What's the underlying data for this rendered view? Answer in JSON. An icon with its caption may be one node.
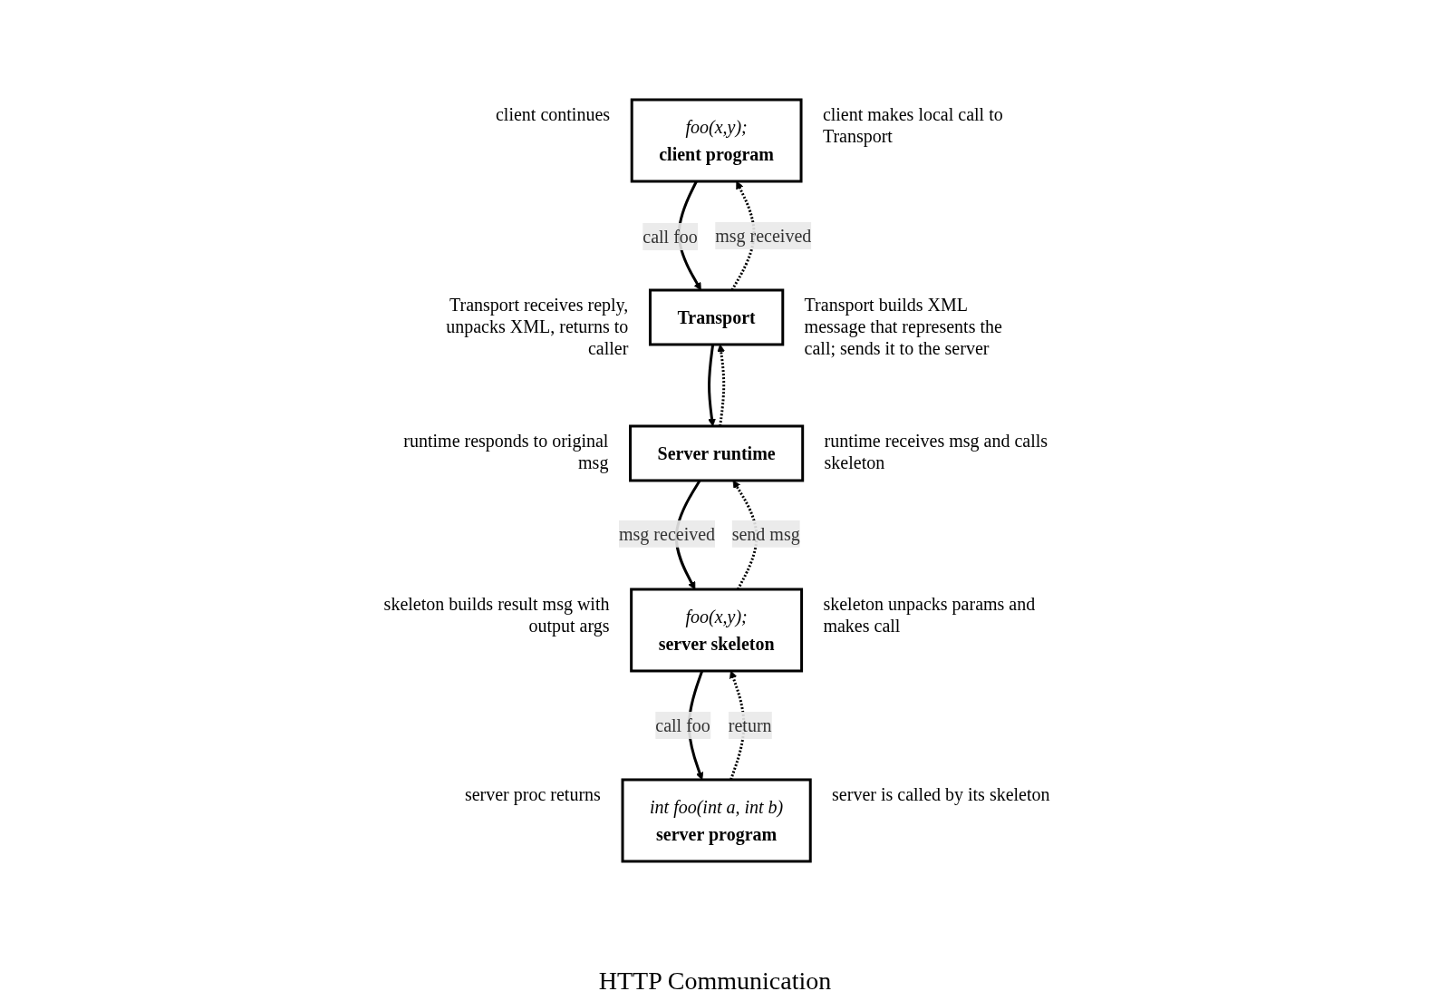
{
  "diagram": {
    "nodes": [
      {
        "text": [
          "foo(x,y);",
          "client program"
        ],
        "beside": [
          "client continues",
          "client makes local call to Transport"
        ]
      },
      {
        "text": [
          "int foo(int a, int b)",
          "server program"
        ],
        "beside": [
          "server proc returns",
          "server is called by its skeleton"
        ]
      },
      {
        "text": [
          "foo(x,y);",
          "server skeleton"
        ],
        "beside": [
          "skeleton builds result msg with output args",
          "skeleton unpacks params and makes call"
        ]
      },
      {
        "text": [
          "Transport"
        ],
        "beside": [
          "Transport receives reply, unpacks XML, returns to caller",
          "Transport builds XML message that represents the call; sends it to the server"
        ]
      },
      {
        "text": [
          "Server runtime"
        ],
        "beside": [
          "runtime responds to original msg",
          "runtime receives msg and calls skeleton"
        ]
      }
    ],
    "edges": [
      {
        "from": 0,
        "to": 3,
        "label": "call foo",
        "arrow": "to"
      },
      {
        "from": 3,
        "to": 0,
        "label": "msg received",
        "arrow": "to",
        "style": "dashed"
      },
      {
        "from": 3,
        "to": 4,
        "arrow": "to"
      },
      {
        "from": 4,
        "to": 3,
        "arrow": "to",
        "style": "dashed"
      },
      {
        "from": 4,
        "to": 2,
        "label": "msg received",
        "arrow": "to"
      },
      {
        "from": 2,
        "to": 4,
        "label": "send msg",
        "arrow": "to",
        "style": "dashed"
      },
      {
        "from": 2,
        "to": 1,
        "label": "call foo",
        "arrow": "to"
      },
      {
        "from": 1,
        "to": 2,
        "label": "return",
        "arrow": "to",
        "style": "dashed"
      }
    ],
    "labels": [
      "HTTP Communication"
    ]
  }
}
